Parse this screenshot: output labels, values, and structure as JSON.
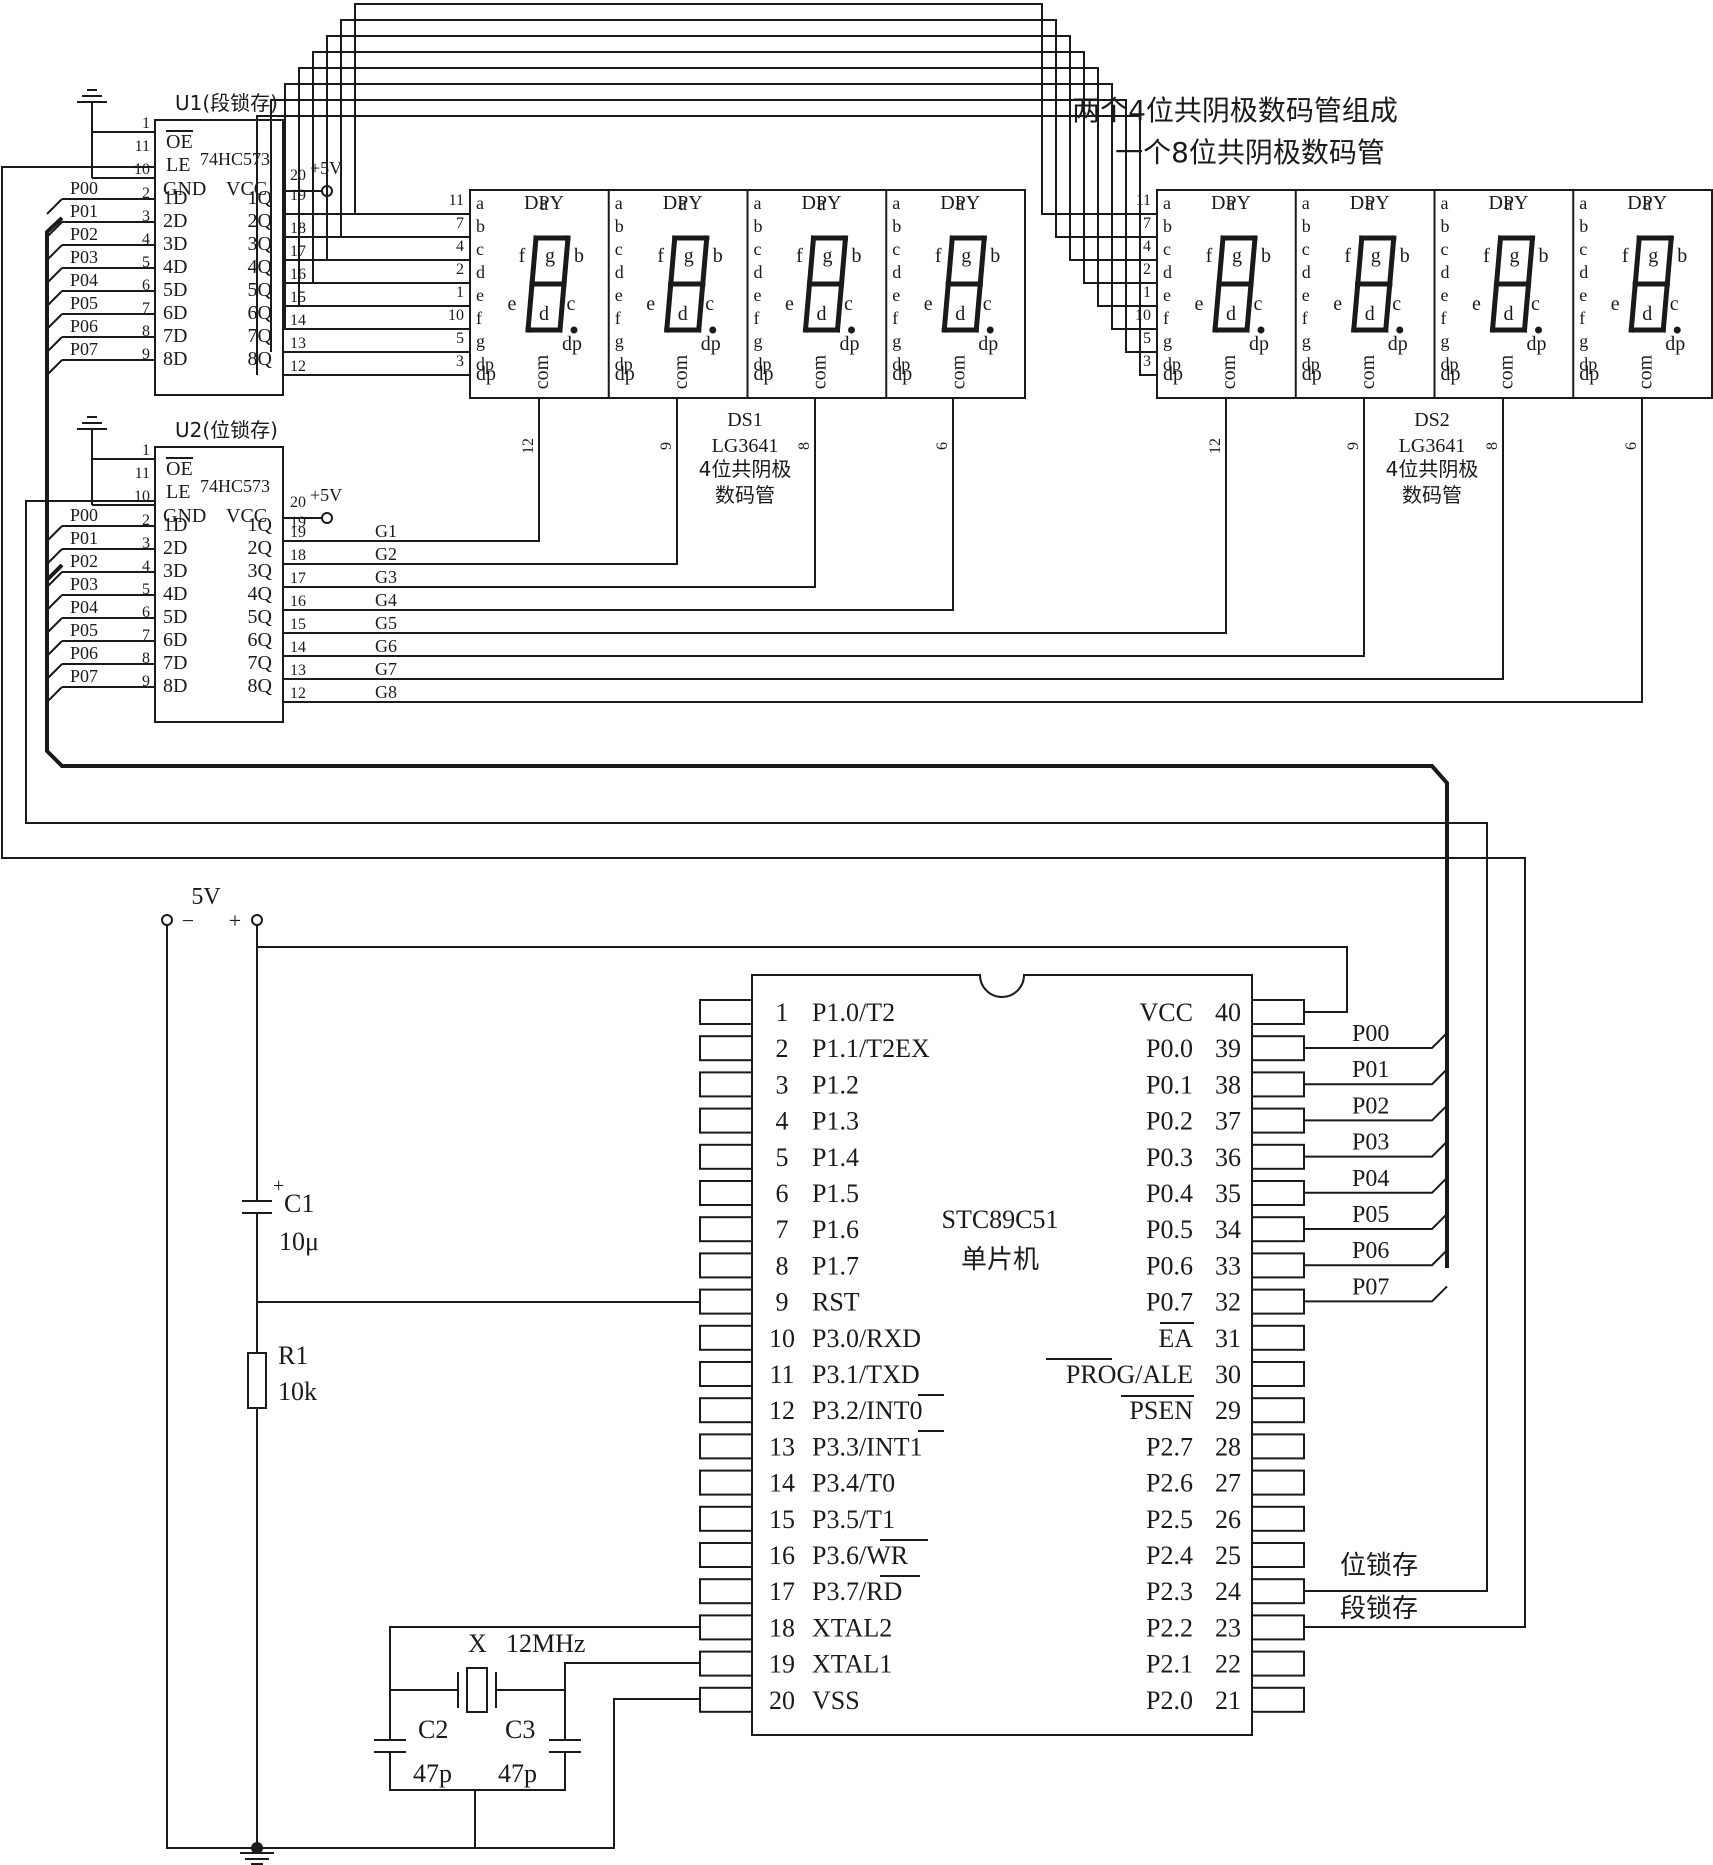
{
  "title_line1": "两个4位共阴极数码管组成",
  "title_line2": "一个8位共阴极数码管",
  "latch_u1": {
    "ref": "U1(段锁存)",
    "part": "74HC573",
    "supply": "+5V",
    "pin_labels": [
      "OE",
      "LE",
      "GND",
      "VCC"
    ],
    "pin_nums": {
      "oe": "1",
      "le": "11",
      "gnd": "10",
      "vcc": "20",
      "vcc_out": "19"
    },
    "inputs": [
      "1D",
      "2D",
      "3D",
      "4D",
      "5D",
      "6D",
      "7D",
      "8D"
    ],
    "input_pins": [
      "2",
      "3",
      "4",
      "5",
      "6",
      "7",
      "8",
      "9"
    ],
    "outputs": [
      "1Q",
      "2Q",
      "3Q",
      "4Q",
      "5Q",
      "6Q",
      "7Q",
      "8Q"
    ],
    "output_pins": [
      "18",
      "17",
      "16",
      "15",
      "14",
      "13",
      "12"
    ],
    "nets": [
      "P00",
      "P01",
      "P02",
      "P03",
      "P04",
      "P05",
      "P06",
      "P07"
    ]
  },
  "latch_u2": {
    "ref": "U2(位锁存)",
    "part": "74HC573",
    "supply": "+5V",
    "nets": [
      "P00",
      "P01",
      "P02",
      "P03",
      "P04",
      "P05",
      "P06",
      "P07"
    ],
    "output_pins": [
      "19",
      "18",
      "17",
      "16",
      "15",
      "14",
      "13",
      "12"
    ],
    "grid_nets": [
      "G1",
      "G2",
      "G3",
      "G4",
      "G5",
      "G6",
      "G7",
      "G8"
    ]
  },
  "display_ds1": {
    "ref": "DS1",
    "part": "LG3641",
    "desc_line1": "4位共阴极",
    "desc_line2": "数码管",
    "header": "DPY",
    "seg_pins": [
      "11",
      "7",
      "4",
      "2",
      "1",
      "10",
      "5",
      "3"
    ],
    "com_pins": [
      "12",
      "9",
      "8",
      "6"
    ]
  },
  "display_ds2": {
    "ref": "DS2",
    "part": "LG3641",
    "desc_line1": "4位共阴极",
    "desc_line2": "数码管",
    "header": "DPY",
    "seg_pins": [
      "11",
      "7",
      "4",
      "2",
      "1",
      "10",
      "5",
      "3"
    ],
    "com_pins": [
      "12",
      "9",
      "8",
      "6"
    ]
  },
  "digit_labels": {
    "left_column": [
      "a",
      "b",
      "c",
      "d",
      "e",
      "f",
      "g",
      "dp"
    ],
    "segments": {
      "a": "a",
      "b": "b",
      "c": "c",
      "d": "d",
      "e": "e",
      "f": "f",
      "g": "g",
      "dp": "dp"
    },
    "com": "com"
  },
  "mcu": {
    "name": "STC89C51",
    "subtitle": "单片机",
    "left_pins": [
      {
        "num": "1",
        "name": "P1.0/T2"
      },
      {
        "num": "2",
        "name": "P1.1/T2EX"
      },
      {
        "num": "3",
        "name": "P1.2"
      },
      {
        "num": "4",
        "name": "P1.3"
      },
      {
        "num": "5",
        "name": "P1.4"
      },
      {
        "num": "6",
        "name": "P1.5"
      },
      {
        "num": "7",
        "name": "P1.6"
      },
      {
        "num": "8",
        "name": "P1.7"
      },
      {
        "num": "9",
        "name": "RST"
      },
      {
        "num": "10",
        "name": "P3.0/RXD"
      },
      {
        "num": "11",
        "name": "P3.1/TXD"
      },
      {
        "num": "12",
        "name": "P3.2/INT0"
      },
      {
        "num": "13",
        "name": "P3.3/INT1"
      },
      {
        "num": "14",
        "name": "P3.4/T0"
      },
      {
        "num": "15",
        "name": "P3.5/T1"
      },
      {
        "num": "16",
        "name": "P3.6/WR"
      },
      {
        "num": "17",
        "name": "P3.7/RD"
      },
      {
        "num": "18",
        "name": "XTAL2"
      },
      {
        "num": "19",
        "name": "XTAL1"
      },
      {
        "num": "20",
        "name": "VSS"
      }
    ],
    "right_pins": [
      {
        "num": "40",
        "name": "VCC"
      },
      {
        "num": "39",
        "name": "P0.0"
      },
      {
        "num": "38",
        "name": "P0.1"
      },
      {
        "num": "37",
        "name": "P0.2"
      },
      {
        "num": "36",
        "name": "P0.3"
      },
      {
        "num": "35",
        "name": "P0.4"
      },
      {
        "num": "34",
        "name": "P0.5"
      },
      {
        "num": "33",
        "name": "P0.6"
      },
      {
        "num": "32",
        "name": "P0.7"
      },
      {
        "num": "31",
        "name": "EA"
      },
      {
        "num": "30",
        "name": "PROG/ALE"
      },
      {
        "num": "29",
        "name": "PSEN"
      },
      {
        "num": "28",
        "name": "P2.7"
      },
      {
        "num": "27",
        "name": "P2.6"
      },
      {
        "num": "26",
        "name": "P2.5"
      },
      {
        "num": "25",
        "name": "P2.4"
      },
      {
        "num": "24",
        "name": "P2.3"
      },
      {
        "num": "23",
        "name": "P2.2"
      },
      {
        "num": "22",
        "name": "P2.1"
      },
      {
        "num": "21",
        "name": "P2.0"
      }
    ],
    "port0_nets": [
      "P00",
      "P01",
      "P02",
      "P03",
      "P04",
      "P05",
      "P06",
      "P07"
    ],
    "p23_net": "位锁存",
    "p22_net": "段锁存"
  },
  "power": {
    "label": "5V",
    "minus": "−",
    "plus": "+"
  },
  "c1": {
    "ref": "C1",
    "value": "10μ",
    "plus": "+"
  },
  "r1": {
    "ref": "R1",
    "value": "10k"
  },
  "crystal": {
    "ref": "X",
    "value": "12MHz"
  },
  "c2": {
    "ref": "C2",
    "value": "47p"
  },
  "c3": {
    "ref": "C3",
    "value": "47p"
  }
}
